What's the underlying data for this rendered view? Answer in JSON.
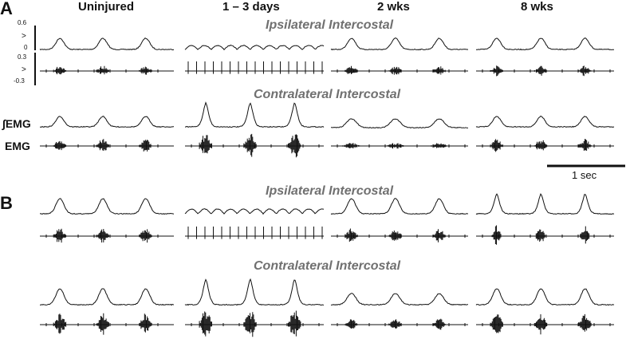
{
  "panels": {
    "a": "A",
    "b": "B"
  },
  "columns": [
    "Uninjured",
    "1 – 3 days",
    "2 wks",
    "8 wks"
  ],
  "sections": {
    "a_ipsi": "Ipsilateral Intercostal",
    "a_contra": "Contralateral Intercostal",
    "b_ipsi": "Ipsilateral Intercostal",
    "b_contra": "Contralateral Intercostal"
  },
  "row_labels": {
    "integrated": "∫EMG",
    "raw": "EMG"
  },
  "y_scale": {
    "integrated_top": "0.6",
    "integrated_bottom": "0",
    "integrated_unit": ">",
    "raw_top": "0.3",
    "raw_bottom": "-0.3",
    "raw_unit": ">"
  },
  "time_scale": {
    "label": "1 sec"
  },
  "colors": {
    "trace": "#111111",
    "section_title": "#707070"
  }
}
